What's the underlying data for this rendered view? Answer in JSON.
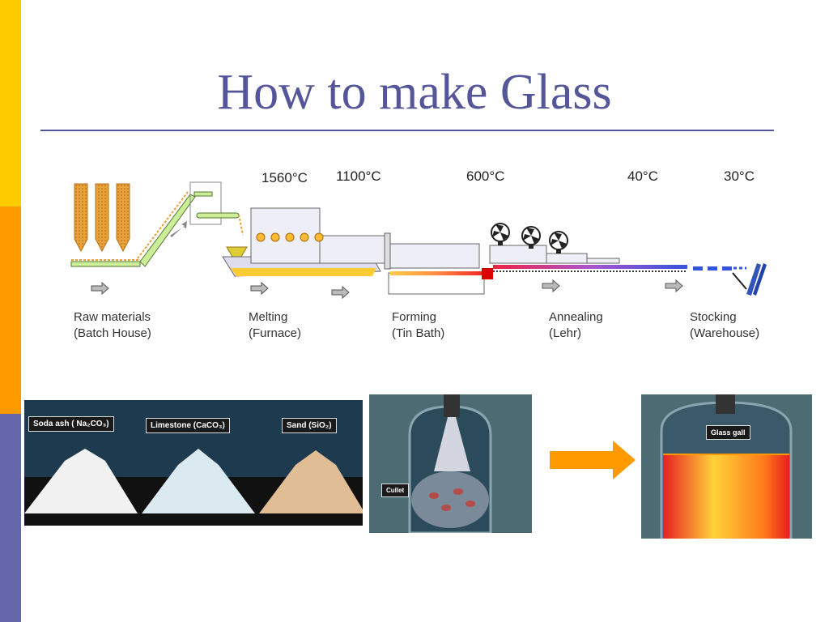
{
  "slide": {
    "title": "How to make Glass",
    "colors": {
      "title": "#555599",
      "band_yellow": "#ffcc00",
      "band_orange": "#ff9900",
      "band_purple": "#6666aa",
      "arrow": "#ff9900"
    }
  },
  "process": {
    "temperatures": [
      "1560°C",
      "1100°C",
      "600°C",
      "40°C",
      "30°C"
    ],
    "stages": [
      {
        "line1": "Raw materials",
        "line2": "(Batch House)"
      },
      {
        "line1": "Melting",
        "line2": "(Furnace)"
      },
      {
        "line1": "Forming",
        "line2": "(Tin Bath)"
      },
      {
        "line1": "Annealing",
        "line2": "(Lehr)"
      },
      {
        "line1": "Stocking",
        "line2": "(Warehouse)"
      }
    ]
  },
  "photos": {
    "materials": [
      "Soda ash ( Na₂CO₃)",
      "Limestone  (CaCO₃)",
      "Sand (SiO₂)"
    ],
    "cullet_label": "Cullet",
    "glass_gall_label": "Glass gall"
  }
}
